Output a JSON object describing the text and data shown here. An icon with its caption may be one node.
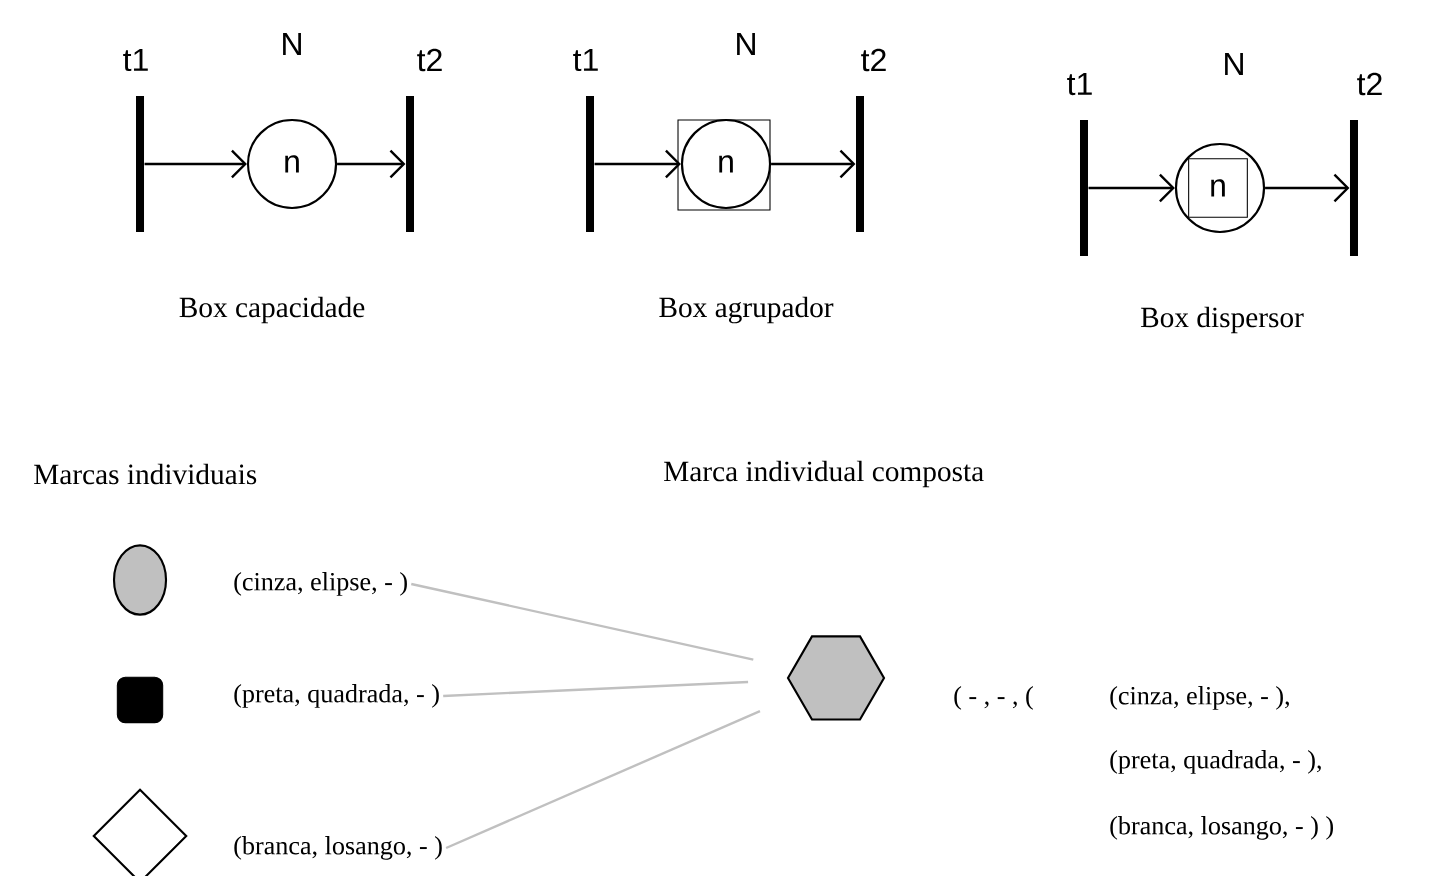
{
  "diagram": {
    "nodes": [
      {
        "text": [
          "t1"
        ]
      },
      {
        "text": [
          "n"
        ],
        "beside": [
          "N"
        ]
      },
      {
        "text": [
          "t2"
        ]
      },
      {
        "text": [
          "t1"
        ]
      },
      {
        "text": [
          "n"
        ],
        "beside": [
          "N"
        ]
      },
      {
        "text": [
          "t2"
        ]
      },
      {
        "text": [
          "t1"
        ]
      },
      {
        "text": [
          "n"
        ],
        "beside": [
          "N"
        ]
      },
      {
        "text": [
          "t2"
        ]
      },
      {
        "text": [],
        "shape": "ellipse",
        "beside": [
          "(cinza, elipse, - )"
        ]
      },
      {
        "text": [],
        "shape": "box",
        "beside": [
          "(preta, quadrada, - )"
        ]
      },
      {
        "text": [],
        "shape": "diamond",
        "beside": [
          "(branca, losango, - )"
        ]
      },
      {
        "text": [],
        "shape": "hexagon",
        "beside": [
          "( - , - , (",
          "(cinza, elipse, - ),",
          "(preta, quadrada, - ),",
          "(branca, losango, - ) )"
        ]
      }
    ],
    "edges": [
      {
        "from": 0,
        "to": 1,
        "arrow": "to"
      },
      {
        "from": 1,
        "to": 2,
        "arrow": "to"
      },
      {
        "from": 3,
        "to": 4,
        "arrow": "to"
      },
      {
        "from": 4,
        "to": 5,
        "arrow": "to"
      },
      {
        "from": 6,
        "to": 7,
        "arrow": "to"
      },
      {
        "from": 7,
        "to": 8,
        "arrow": "to"
      },
      {
        "from": 9,
        "to": 12,
        "arrow": "none",
        "color": "#c0c0c0"
      },
      {
        "from": 10,
        "to": 12,
        "arrow": "none",
        "color": "#c0c0c0"
      },
      {
        "from": 11,
        "to": 12,
        "arrow": "none",
        "color": "#c0c0c0"
      }
    ],
    "labels": [
      "Box capacidade",
      "Box agrupador",
      "Box dispersor",
      "Marcas individuais",
      "Marca individual composta"
    ]
  }
}
